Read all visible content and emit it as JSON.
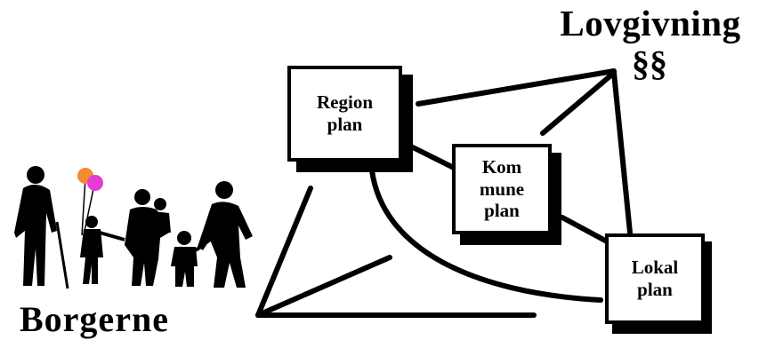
{
  "title": "Lovgivning",
  "law_symbol": "§§",
  "citizens_label": "Borgerne",
  "boxes": {
    "region": {
      "line1": "Region",
      "line2": "plan"
    },
    "kommune": {
      "line1": "Kom",
      "line2": "mune",
      "line3": "plan"
    },
    "lokal": {
      "line1": "Lokal",
      "line2": "plan"
    }
  },
  "colors": {
    "ink": "#000000",
    "balloon_orange": "#f28a2e",
    "balloon_pink": "#e83ad6",
    "background": "#ffffff"
  }
}
